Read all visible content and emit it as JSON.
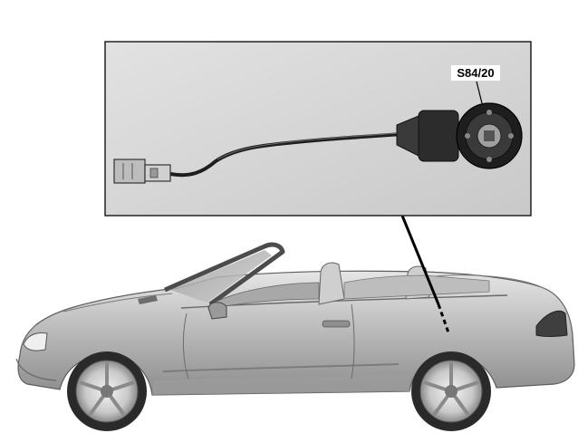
{
  "callout": {
    "component_label": "S84/20"
  },
  "illustration": {
    "subject": "convertible-car",
    "detail": "switch-with-cable-and-connector"
  },
  "colors": {
    "inset_background": "#d6d6d6",
    "inset_border": "#222222",
    "car_body": "#b9b9b9",
    "car_shadow": "#7a7a7a",
    "leader_line": "#000000"
  }
}
